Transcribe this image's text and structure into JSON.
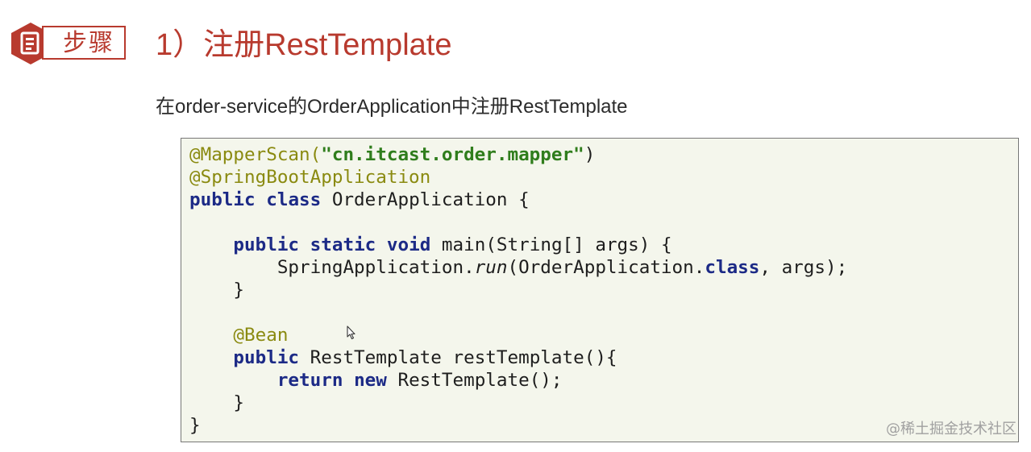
{
  "badge": {
    "label": "步骤",
    "icon": "document-icon"
  },
  "title": "1）注册RestTemplate",
  "subtitle": "在order-service的OrderApplication中注册RestTemplate",
  "code": {
    "l1_ann": "@MapperScan(",
    "l1_str": "\"cn.itcast.order.mapper\"",
    "l1_end": ")",
    "l2_ann": "@SpringBootApplication",
    "l3_kw1": "public",
    "l3_kw2": "class",
    "l3_rest": " OrderApplication {",
    "l5_kw1": "public",
    "l5_kw2": "static",
    "l5_kw3": "void",
    "l5_rest": " main(String[] args) {",
    "l6_a": "SpringApplication.",
    "l6_it": "run",
    "l6_b": "(OrderApplication.",
    "l6_kw": "class",
    "l6_c": ", args);",
    "l7": "}",
    "l9_ann": "@Bean",
    "l10_kw": "public",
    "l10_rest": " RestTemplate restTemplate(){",
    "l11_kw1": "return",
    "l11_kw2": "new",
    "l11_rest": " RestTemplate();",
    "l12": "}",
    "l13": "}"
  },
  "watermark": "@稀土掘金技术社区",
  "colors": {
    "accent": "#b83a2e",
    "annotation": "#8a8a10",
    "keyword": "#1c2a86",
    "string": "#2f7d1c",
    "code_bg": "#f4f6ec"
  }
}
